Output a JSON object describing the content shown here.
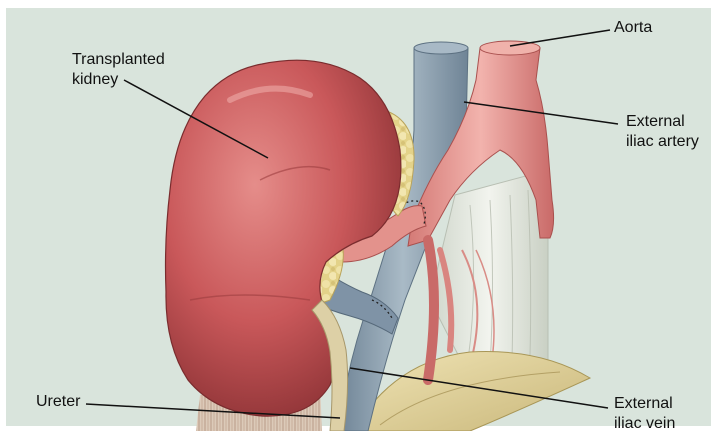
{
  "labels": {
    "transplanted_kidney": [
      "Transplanted",
      "kidney"
    ],
    "aorta": [
      "Aorta"
    ],
    "external_iliac_artery": [
      "External",
      "iliac artery"
    ],
    "ureter": [
      "Ureter"
    ],
    "external_iliac_vein": [
      "External",
      "iliac vein"
    ]
  },
  "colors": {
    "background": "#d9e4dc",
    "kidney": "#c9585a",
    "artery": "#e79a94",
    "vein": "#8fa3b3",
    "ureter": "#ddd0a6",
    "fat": "#e8d99a",
    "muscle": "#e6eae2",
    "leader_line": "#111111"
  }
}
